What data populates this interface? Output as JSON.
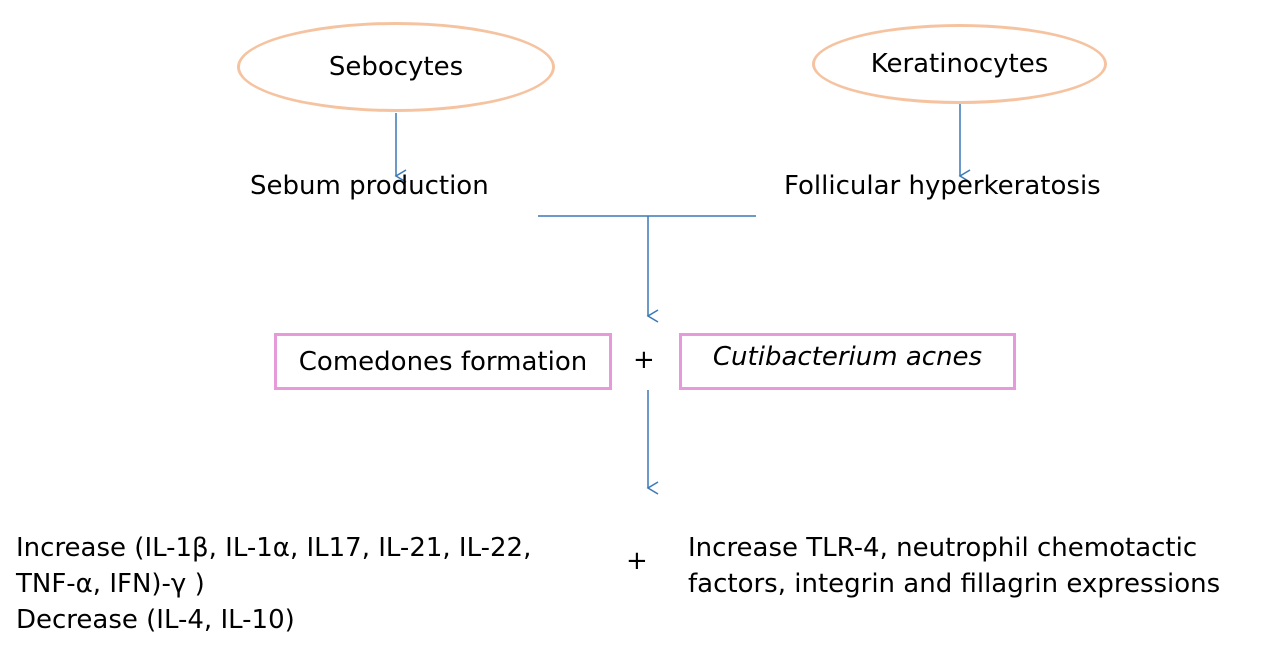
{
  "nodes": {
    "sebocytes": "Sebocytes",
    "keratinocytes": "Keratinocytes",
    "sebum": "Sebum production",
    "hyperkeratosis": "Follicular hyperkeratosis",
    "comedones": "Comedones formation",
    "bacterium": "Cutibacterium acnes",
    "plus_middle": "+",
    "plus_bottom": "+"
  },
  "outcomes": {
    "left_line1": "Increase (IL-1β, IL-1α, IL17, IL-21, IL-22,",
    "left_line2": "TNF-α, IFN)-γ )",
    "left_line3": "Decrease (IL-4, IL-10)",
    "right_line1": "Increase TLR-4, neutrophil chemotactic",
    "right_line2": "factors, integrin and fillagrin expressions"
  },
  "colors": {
    "oval_border": "#f5c3a0",
    "box_border": "#e79ad9",
    "arrow": "#3a78b5"
  }
}
